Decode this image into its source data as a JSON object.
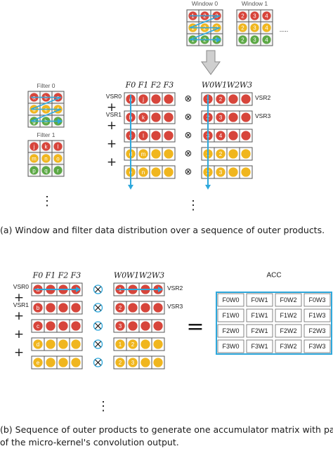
{
  "colors": {
    "red": "#d7453b",
    "yellow": "#f0b61e",
    "green": "#5ca845",
    "blue": "#2ea8dc",
    "grid_stroke": "#555555",
    "dark": "#1a1a1a"
  },
  "windows": [
    {
      "label": "Window 0",
      "cells": [
        "1",
        "2",
        "3",
        "1",
        "2",
        "3",
        "1",
        "2",
        "3"
      ],
      "colors": [
        "red",
        "red",
        "red",
        "yellow",
        "yellow",
        "yellow",
        "green",
        "green",
        "green"
      ]
    },
    {
      "label": "Window 1",
      "cells": [
        "2",
        "3",
        "4",
        "2",
        "3",
        "4",
        "2",
        "3",
        "4"
      ],
      "colors": [
        "red",
        "red",
        "red",
        "yellow",
        "yellow",
        "yellow",
        "green",
        "green",
        "green"
      ]
    }
  ],
  "window_ellipsis": ".....",
  "filters": [
    {
      "label": "Filter 0",
      "cells": [
        "a",
        "b",
        "c",
        "d",
        "e",
        "f",
        "g",
        "h",
        "i"
      ],
      "colors": [
        "red",
        "red",
        "red",
        "yellow",
        "yellow",
        "yellow",
        "green",
        "green",
        "green"
      ]
    },
    {
      "label": "Filter 1",
      "cells": [
        "j",
        "k",
        "l",
        "m",
        "n",
        "o",
        "p",
        "q",
        "r"
      ],
      "colors": [
        "red",
        "red",
        "red",
        "yellow",
        "yellow",
        "yellow",
        "green",
        "green",
        "green"
      ]
    }
  ],
  "part_a": {
    "f_headers": [
      "F0",
      "F1",
      "F2",
      "F3"
    ],
    "w_headers": [
      "W0",
      "W1",
      "W2",
      "W3"
    ],
    "vsr_left": [
      "VSR0",
      "VSR1"
    ],
    "vsr_right": [
      "VSR2",
      "VSR3"
    ],
    "rows": [
      {
        "filter": [
          "a",
          "j",
          null,
          null
        ],
        "window": [
          "1",
          "2",
          null,
          null
        ],
        "colors": [
          "red",
          "red",
          "red",
          "red"
        ]
      },
      {
        "filter": [
          "b",
          "k",
          null,
          null
        ],
        "window": [
          "2",
          "3",
          null,
          null
        ],
        "colors": [
          "red",
          "red",
          "red",
          "red"
        ]
      },
      {
        "filter": [
          "c",
          "l",
          null,
          null
        ],
        "window": [
          "3",
          "4",
          null,
          null
        ],
        "colors": [
          "red",
          "red",
          "red",
          "red"
        ]
      },
      {
        "filter": [
          "d",
          "m",
          null,
          null
        ],
        "window": [
          "1",
          "2",
          null,
          null
        ],
        "colors": [
          "yellow",
          "yellow",
          "yellow",
          "yellow"
        ]
      },
      {
        "filter": [
          "e",
          "n",
          null,
          null
        ],
        "window": [
          "2",
          "3",
          null,
          null
        ],
        "colors": [
          "yellow",
          "yellow",
          "yellow",
          "yellow"
        ]
      }
    ],
    "plus": "+",
    "times": "⊗",
    "caption": "(a) Window and filter data distribution over a sequence of outer products."
  },
  "part_b": {
    "f_headers": [
      "F0",
      "F1",
      "F2",
      "F3"
    ],
    "w_headers": [
      "W0",
      "W1",
      "W2",
      "W3"
    ],
    "vsr_left": [
      "VSR0",
      "VSR1"
    ],
    "vsr_right": [
      "VSR2",
      "VSR3"
    ],
    "rows": [
      {
        "filter": [
          "a",
          null,
          null,
          null
        ],
        "window": [
          "1",
          null,
          null,
          null
        ],
        "colors": [
          "red",
          "red",
          "red",
          "red"
        ]
      },
      {
        "filter": [
          "b",
          null,
          null,
          null
        ],
        "window": [
          "2",
          null,
          null,
          null
        ],
        "colors": [
          "red",
          "red",
          "red",
          "red"
        ]
      },
      {
        "filter": [
          "c",
          null,
          null,
          null
        ],
        "window": [
          "3",
          null,
          null,
          null
        ],
        "colors": [
          "red",
          "red",
          "red",
          "red"
        ]
      },
      {
        "filter": [
          "d",
          null,
          null,
          null
        ],
        "window": [
          "1",
          "2",
          null,
          null
        ],
        "colors": [
          "yellow",
          "yellow",
          "yellow",
          "yellow"
        ]
      },
      {
        "filter": [
          "e",
          null,
          null,
          null
        ],
        "window": [
          "2",
          "3",
          null,
          null
        ],
        "colors": [
          "yellow",
          "yellow",
          "yellow",
          "yellow"
        ]
      }
    ],
    "plus": "+",
    "times": "⊗",
    "equals": "=",
    "acc_title": "ACC",
    "acc": [
      [
        "F0W0",
        "F0W1",
        "F0W2",
        "F0W3"
      ],
      [
        "F1W0",
        "F1W1",
        "F1W2",
        "F1W3"
      ],
      [
        "F2W0",
        "F2W1",
        "F2W2",
        "F2W3"
      ],
      [
        "F3W0",
        "F3W1",
        "F3W2",
        "F3W3"
      ]
    ],
    "caption_line1": "(b) Sequence of outer products to generate one accumulator matrix with part",
    "caption_line2": "of the micro-kernel's convolution output."
  },
  "vertical_ellipsis": "⋮"
}
